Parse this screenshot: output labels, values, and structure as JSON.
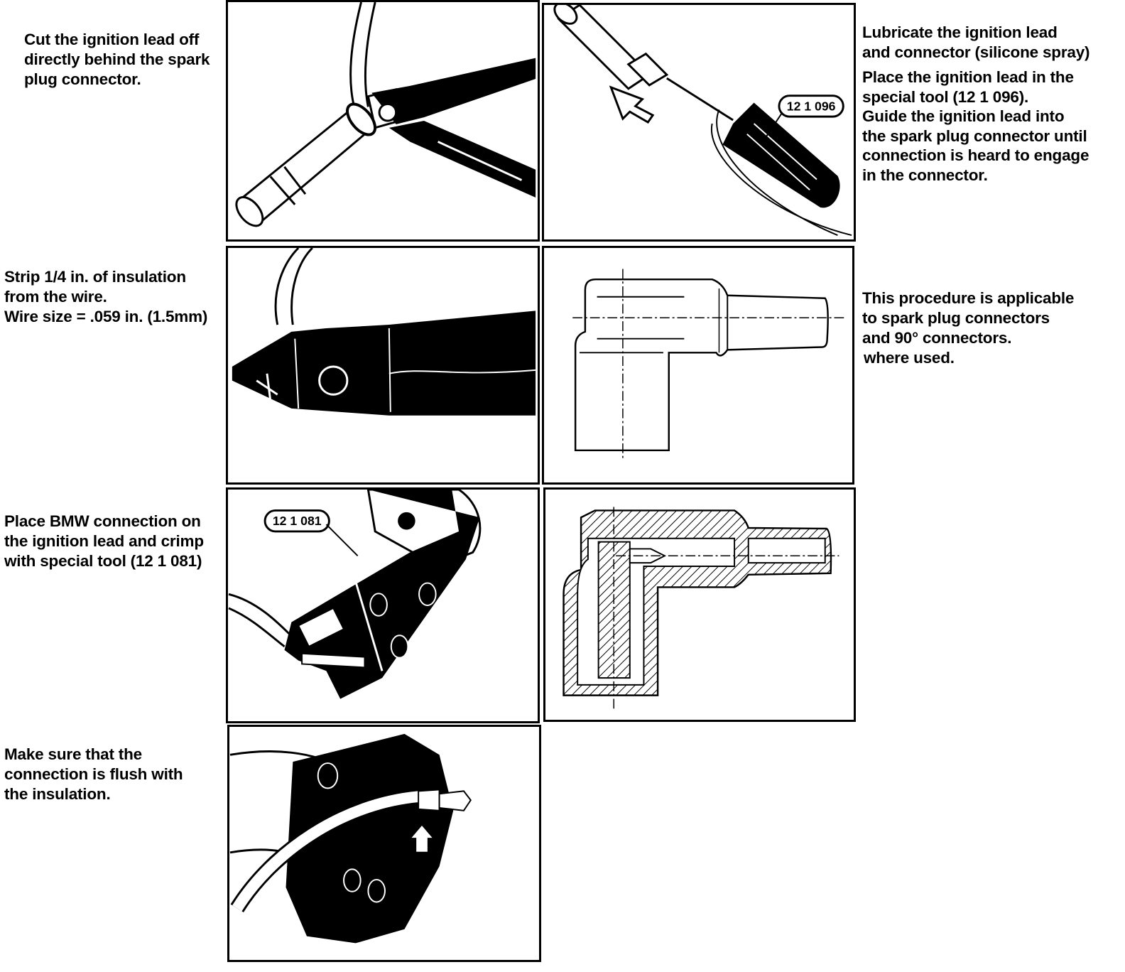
{
  "steps": {
    "cut": {
      "lines": [
        "Cut the ignition lead off",
        "directly behind the spark",
        "plug connector."
      ]
    },
    "lubricate": {
      "lines": [
        "Lubricate the ignition lead",
        "and connector (silicone spray)",
        "Place the ignition lead in the",
        "special tool (12 1 096).",
        "Guide the ignition lead into",
        "the spark plug connector until",
        "connection is heard to engage",
        "in the connector."
      ]
    },
    "strip": {
      "lines": [
        "Strip 1/4 in. of insulation",
        "from the wire.",
        "Wire size = .059 in. (1.5mm)"
      ]
    },
    "applicable": {
      "lines": [
        "This procedure is applicable",
        "to spark plug connectors",
        "and 90° connectors.",
        "where used."
      ]
    },
    "crimp": {
      "lines": [
        "Place BMW connection on",
        "the ignition lead and crimp",
        "with special tool (12 1 081)"
      ]
    },
    "flush": {
      "lines": [
        "Make sure that the",
        "connection is flush with",
        "the insulation."
      ]
    }
  },
  "callouts": {
    "tool_096": "12 1 096",
    "tool_081": "12 1 081"
  },
  "colors": {
    "ink": "#000000",
    "paper": "#ffffff"
  }
}
